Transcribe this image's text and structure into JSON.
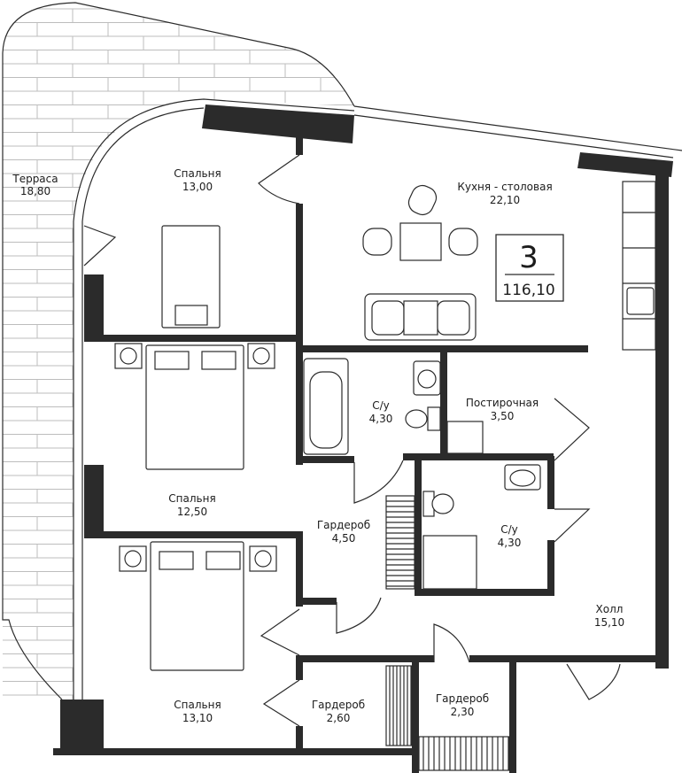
{
  "plan": {
    "rooms_count": "3",
    "total_area": "116,10",
    "wall_color": "#2b2b2b",
    "rooms": [
      {
        "name": "Терраса",
        "area": "18,80"
      },
      {
        "name": "Спальня",
        "area": "13,00"
      },
      {
        "name": "Кухня - столовая",
        "area": "22,10"
      },
      {
        "name": "С/у",
        "area": "4,30"
      },
      {
        "name": "Постирочная",
        "area": "3,50"
      },
      {
        "name": "Спальня",
        "area": "12,50"
      },
      {
        "name": "Гардероб",
        "area": "4,50"
      },
      {
        "name": "С/у",
        "area": "4,30"
      },
      {
        "name": "Холл",
        "area": "15,10"
      },
      {
        "name": "Спальня",
        "area": "13,10"
      },
      {
        "name": "Гардероб",
        "area": "2,60"
      },
      {
        "name": "Гардероб",
        "area": "2,30"
      }
    ]
  }
}
